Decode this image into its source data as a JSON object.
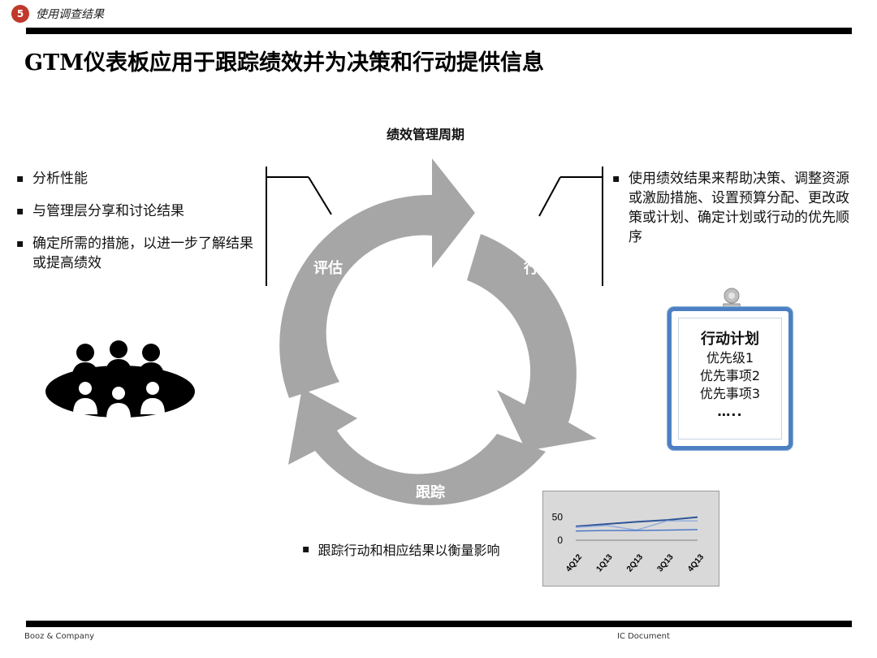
{
  "header": {
    "section_number": "5",
    "section_label": "使用调查结果",
    "title": "GTM仪表板应用于跟踪绩效并为决策和行动提供信息"
  },
  "cycle": {
    "title": "绩效管理周期",
    "stages": {
      "evaluate": "评估",
      "act": "行动",
      "track": "跟踪"
    },
    "colors": {
      "arrow": "#a6a6a6"
    }
  },
  "left_bullets": [
    "分析性能",
    "与管理层分享和讨论结果",
    "确定所需的措施，以进一步了解结果或提高绩效"
  ],
  "right_bullets": [
    "使用绩效结果来帮助决策、调整资源或激励措施、设置预算分配、更改政策或计划、确定计划或行动的优先顺序"
  ],
  "bottom_bullet": "跟踪行动和相应结果以衡量影响",
  "action_plan": {
    "title": "行动计划",
    "items": [
      "优先级1",
      "优先事项2",
      "优先事项3"
    ],
    "ellipsis": "…..",
    "colors": {
      "frame": "#4d80c2"
    }
  },
  "chart_data": {
    "type": "line",
    "categories": [
      "4Q12",
      "1Q13",
      "2Q13",
      "3Q13",
      "4Q13"
    ],
    "y_ticks": [
      "50",
      "0"
    ],
    "ylim": [
      0,
      60
    ],
    "series": [
      {
        "values": [
          30,
          35,
          40,
          44,
          50
        ],
        "color": "#2f5597"
      },
      {
        "values": [
          28,
          32,
          22,
          42,
          42
        ],
        "color": "#8faadc"
      },
      {
        "values": [
          20,
          21,
          21,
          22,
          23
        ],
        "color": "#4472c4"
      }
    ]
  },
  "footer": {
    "left": "Booz & Company",
    "right": "IC Document"
  }
}
